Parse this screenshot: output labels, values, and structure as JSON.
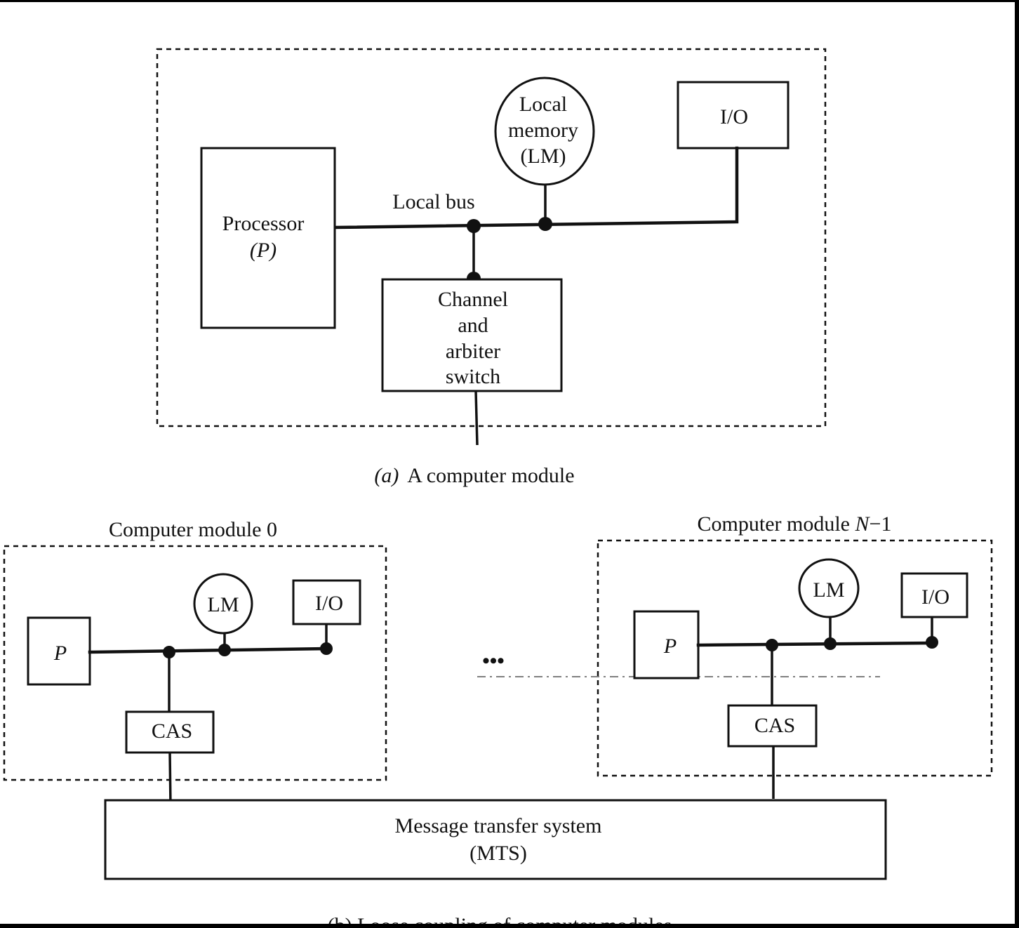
{
  "figure": {
    "panel_a": {
      "caption_prefix": "(a)",
      "caption_text": "A computer module",
      "processor_line1": "Processor",
      "processor_line2": "(P)",
      "local_memory_line1": "Local",
      "local_memory_line2": "memory",
      "local_memory_line3": "(LM)",
      "io_label": "I/O",
      "bus_label": "Local bus",
      "cas_line1": "Channel",
      "cas_line2": "and",
      "cas_line3": "arbiter",
      "cas_line4": "switch"
    },
    "panel_b": {
      "caption": "(b) Loose coupling of computer modules",
      "ellipsis": "•••",
      "modules": [
        {
          "title": "Computer module 0",
          "processor": "P",
          "memory": "LM",
          "io": "I/O",
          "cas": "CAS"
        },
        {
          "title_prefix": "Computer module ",
          "title_var": "N",
          "title_suffix": "−1",
          "processor": "P",
          "memory": "LM",
          "io": "I/O",
          "cas": "CAS"
        }
      ],
      "mts_line1": "Message transfer system",
      "mts_line2": "(MTS)"
    }
  }
}
